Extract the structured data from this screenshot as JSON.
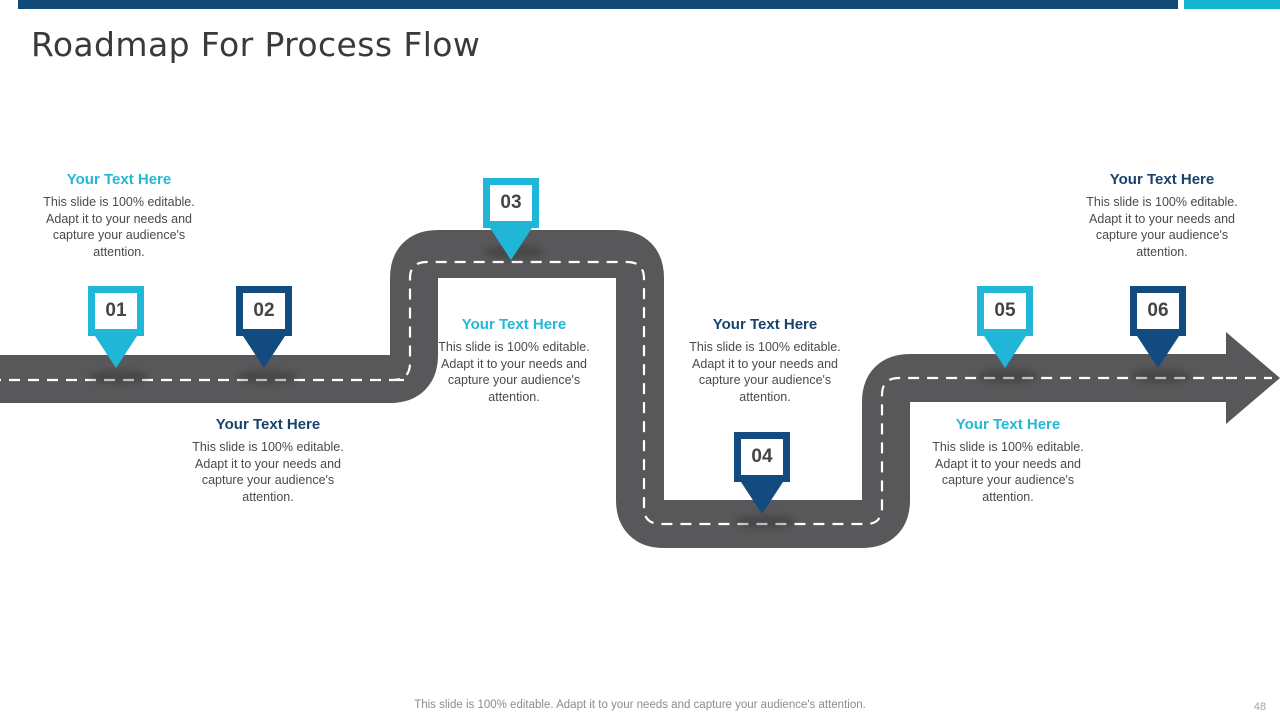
{
  "slide": {
    "title": "Roadmap For Process Flow",
    "page_number": "48",
    "footer_note": "This slide is 100% editable. Adapt it to your needs and capture your audience's attention.",
    "colors": {
      "cyan": "#1FB6D8",
      "navy": "#134B81",
      "road": "#58585A",
      "title_text": "#3A3A3C",
      "body_text": "#4A4A4C"
    }
  },
  "topbar": {
    "navy_label": "top-accent-navy",
    "cyan_label": "top-accent-cyan"
  },
  "steps": [
    {
      "number": "01",
      "color": "cyan",
      "heading": "Your Text Here",
      "body": "This slide is 100% editable. Adapt it to your needs and capture your audience's attention."
    },
    {
      "number": "02",
      "color": "navy",
      "heading": "Your Text Here",
      "body": "This slide is 100% editable. Adapt it to your needs and capture your audience's attention."
    },
    {
      "number": "03",
      "color": "cyan",
      "heading": "Your Text Here",
      "body": "This slide is 100% editable. Adapt it to your needs and capture your audience's attention."
    },
    {
      "number": "04",
      "color": "navy",
      "heading": "Your Text Here",
      "body": "This slide is 100% editable. Adapt it to your needs and capture your audience's attention."
    },
    {
      "number": "05",
      "color": "cyan",
      "heading": "Your Text Here",
      "body": "This slide is 100% editable. Adapt it to your needs and capture your audience's attention."
    },
    {
      "number": "06",
      "color": "navy",
      "heading": "Your Text Here",
      "body": "This slide is 100% editable. Adapt it to your needs and capture your audience's attention."
    }
  ]
}
